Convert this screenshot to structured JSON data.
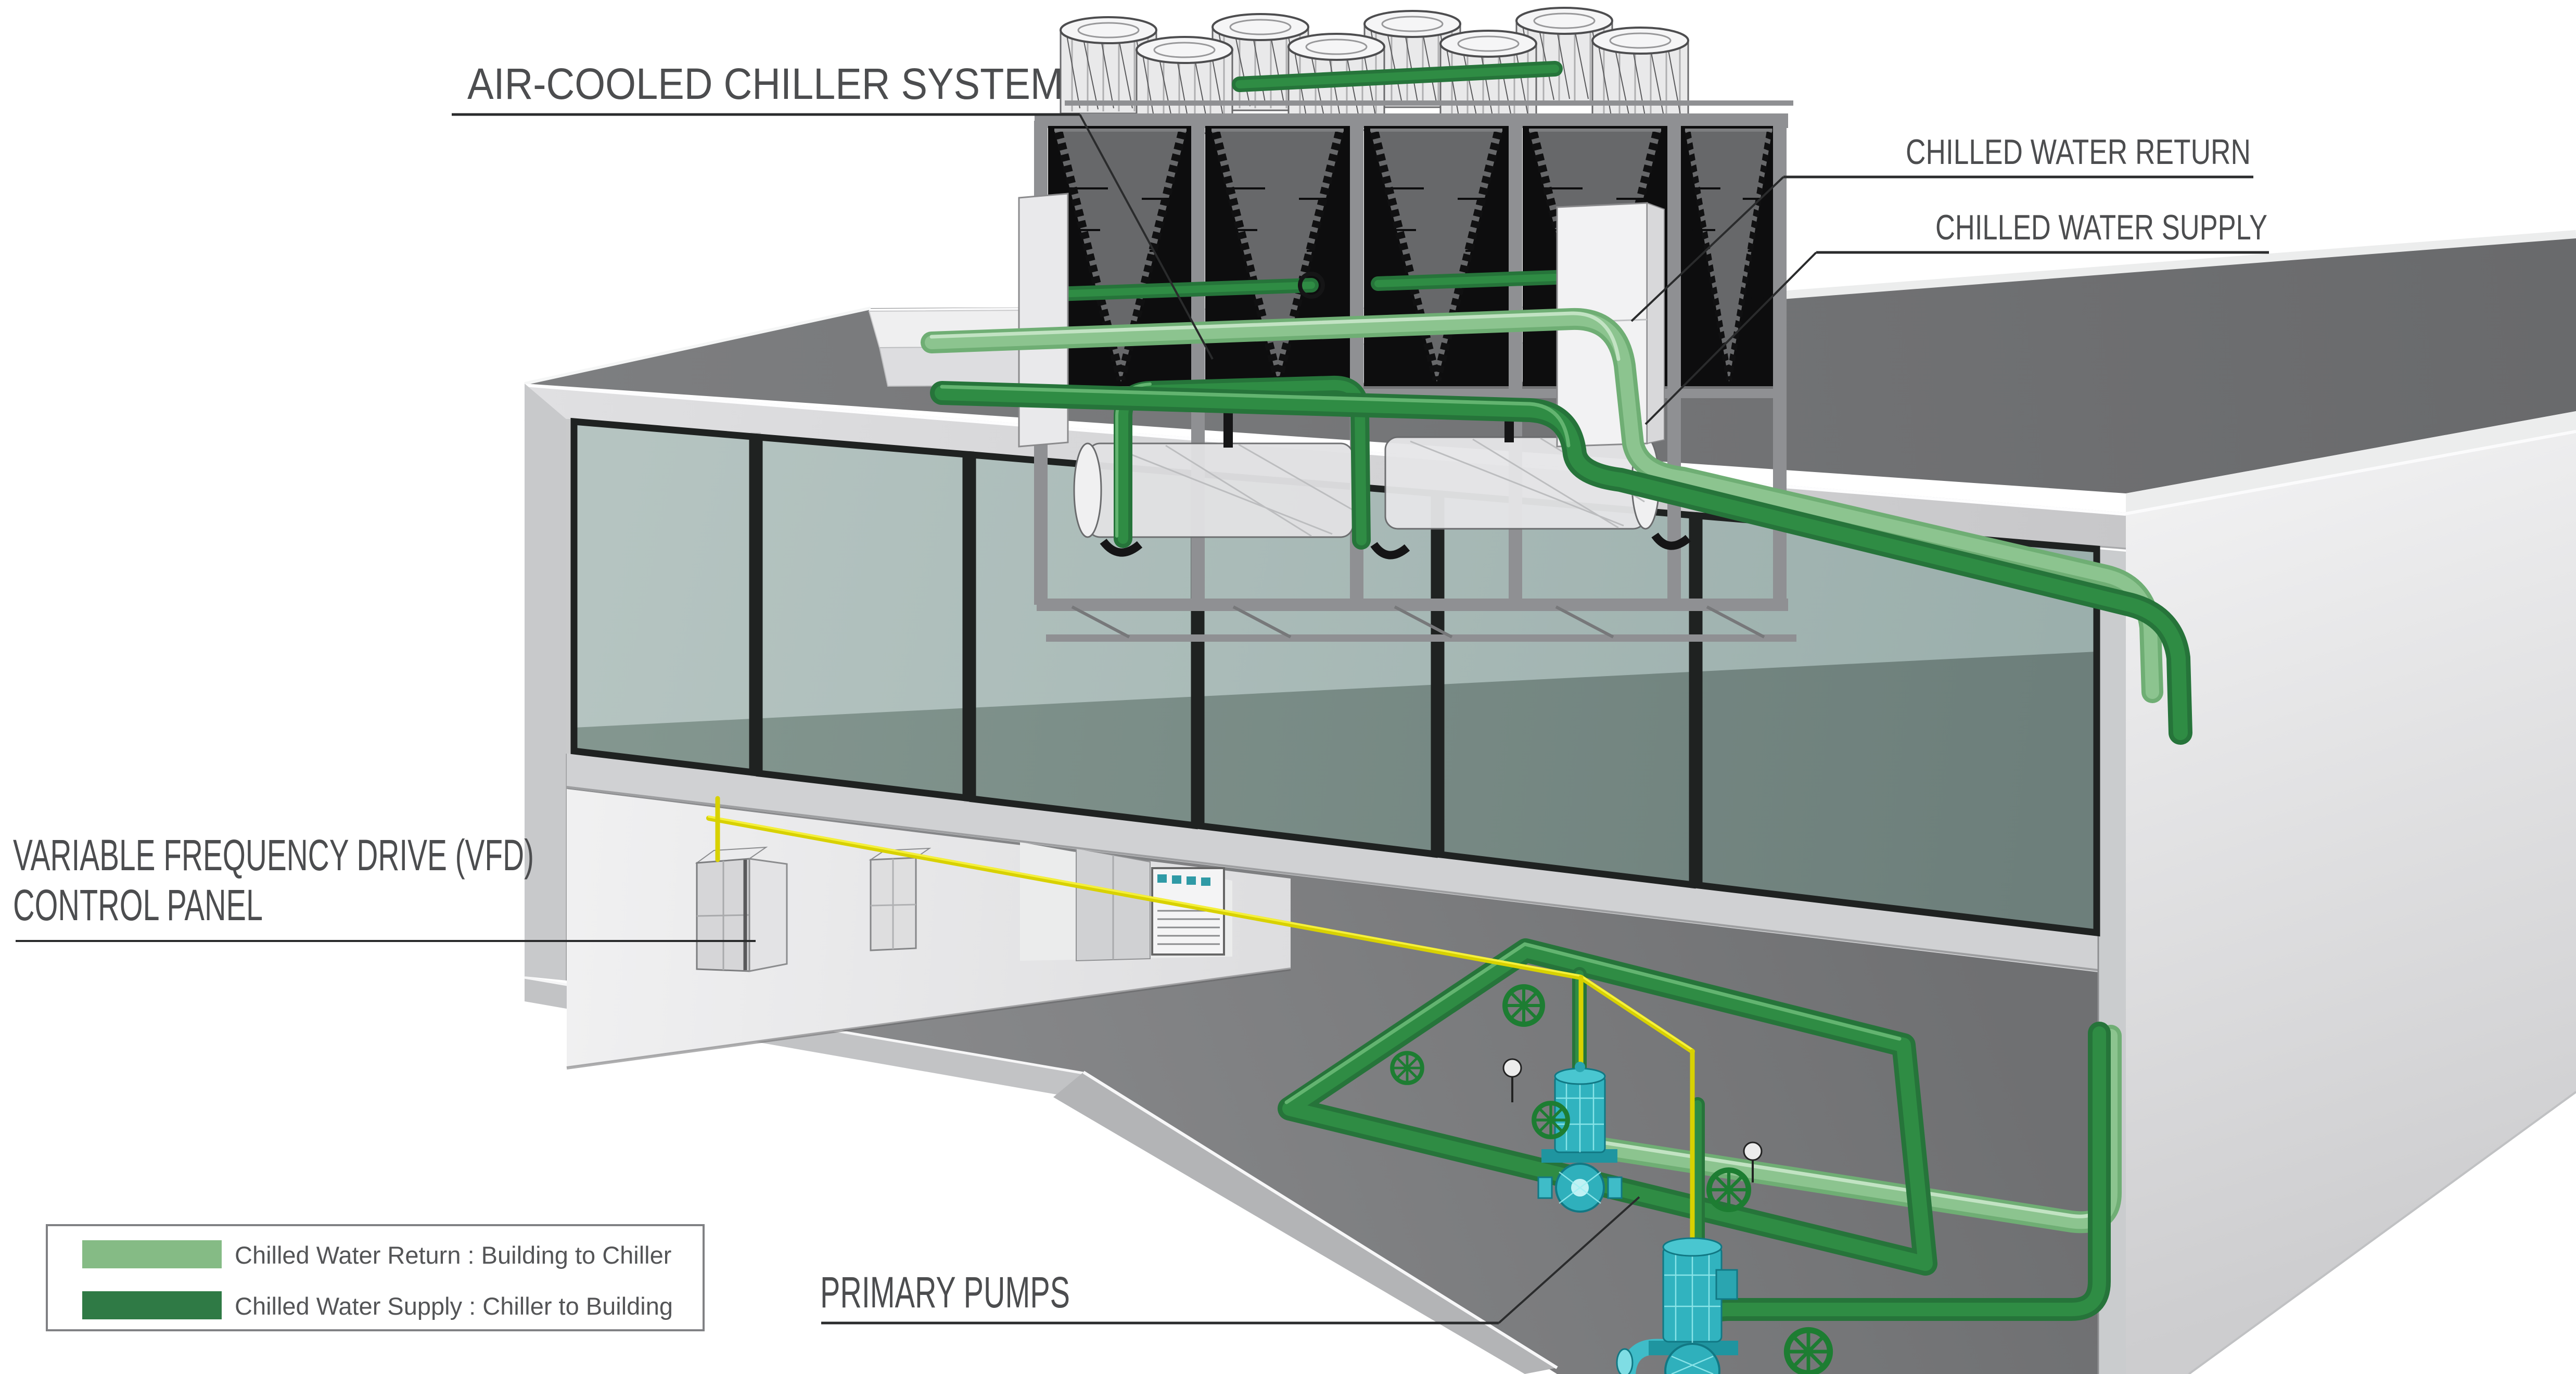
{
  "diagram": {
    "type": "hvac-cutaway-illustration",
    "subject": "Air-cooled chiller system serving a building with rooftop piping, VFD control panels and primary pumps"
  },
  "labels": {
    "chiller": "AIR-COOLED CHILLER SYSTEM",
    "return": "CHILLED WATER RETURN",
    "supply": "CHILLED WATER SUPPLY",
    "vfd_line1": "VARIABLE FREQUENCY DRIVE (VFD)",
    "vfd_line2": "CONTROL PANEL",
    "pumps": "PRIMARY PUMPS"
  },
  "legend": {
    "items": [
      {
        "label": "Chilled Water Return : Building to Chiller",
        "color": "#85bb85"
      },
      {
        "label": "Chilled Water Supply : Chiller to Building",
        "color": "#2f7a45"
      }
    ]
  },
  "colors": {
    "chilled_water_return": "#85bb85",
    "chilled_water_supply": "#2f7a45",
    "electrical_conduit": "#d8d100",
    "pump_equipment": "#31b3bf",
    "label_text": "#4c4d4f",
    "leader_line": "#2a2b2c",
    "roof": "#737476",
    "glass": "#a7b9b6"
  }
}
